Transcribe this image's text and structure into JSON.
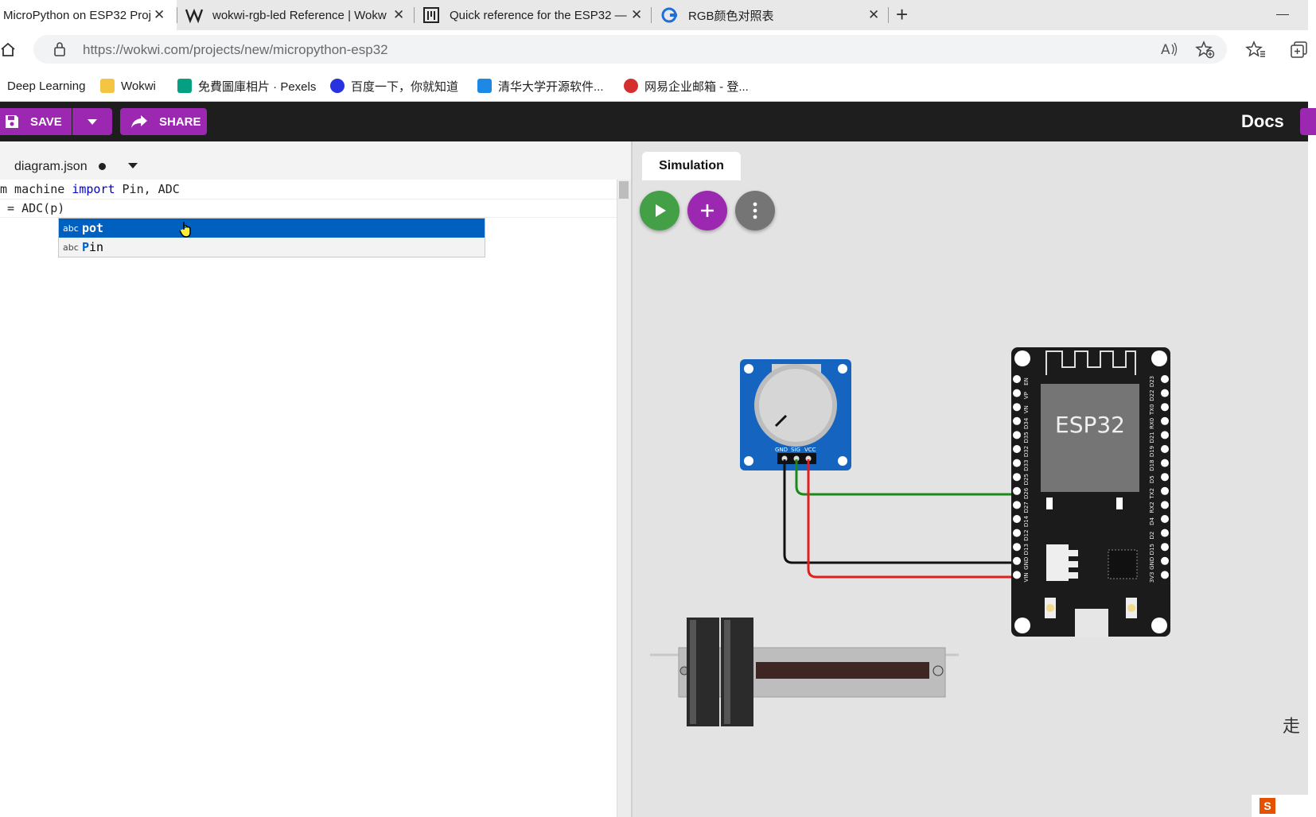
{
  "browser": {
    "tabs": [
      {
        "title": "MicroPython on ESP32 Proj",
        "active": true
      },
      {
        "title": "wokwi-rgb-led Reference | Wokw"
      },
      {
        "title": "Quick reference for the ESP32 —"
      },
      {
        "title": "RGB颜色对照表"
      }
    ],
    "close_glyph": "✕",
    "new_tab_glyph": "+",
    "url": {
      "host": "https://wokwi.com",
      "path": "/projects/new/micropython-esp32"
    },
    "bookmarks": [
      {
        "label": "Deep Learning",
        "icon": "none"
      },
      {
        "label": "Wokwi",
        "icon": "folder-icon",
        "color": "#f4c542"
      },
      {
        "label": "免費圖庫相片 · Pexels",
        "icon": "pexels-icon",
        "color": "#05a081"
      },
      {
        "label": "百度一下，你就知道",
        "icon": "baidu-icon",
        "color": "#2932e1"
      },
      {
        "label": "清华大学开源软件...",
        "icon": "tuna-icon",
        "color": "#1e88e5"
      },
      {
        "label": "网易企业邮箱 - 登...",
        "icon": "netease-icon",
        "color": "#d32f2f"
      }
    ]
  },
  "toolbar": {
    "save_label": "SAVE",
    "share_label": "SHARE",
    "docs_label": "Docs",
    "accent": "#9c27b0"
  },
  "editor": {
    "file_tab": "diagram.json",
    "lines": [
      {
        "pre": "m machine ",
        "kw": "import",
        "post": " Pin, ADC"
      },
      {
        "pre": " = ADC(p)",
        "kw": "",
        "post": ""
      }
    ],
    "suggestions": [
      {
        "kind": "abc",
        "match": "pot",
        "rest": "",
        "selected": true
      },
      {
        "kind": "abc",
        "match": "P",
        "rest": "in",
        "selected": false
      }
    ]
  },
  "simulation": {
    "tab_label": "Simulation",
    "chip_label": "ESP32",
    "pot_pins": [
      "GND",
      "SIG",
      "VCC"
    ],
    "left_pins": [
      "EN",
      "VP",
      "VN",
      "D34",
      "D35",
      "D32",
      "D33",
      "D25",
      "D26",
      "D27",
      "D14",
      "D12",
      "D13",
      "GND",
      "VIN"
    ],
    "right_pins": [
      "D23",
      "D22",
      "TX0",
      "RX0",
      "D21",
      "D19",
      "D18",
      "D5",
      "TX2",
      "RX2",
      "D4",
      "D2",
      "D15",
      "GND",
      "3V3"
    ],
    "note": "走",
    "badge": "S"
  }
}
